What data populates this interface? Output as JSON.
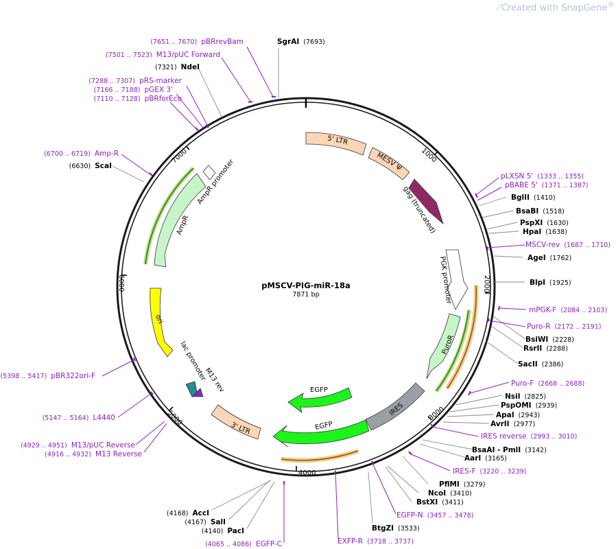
{
  "brand": {
    "text": "Created with SnapGene",
    "mark": "®"
  },
  "plasmid": {
    "name": "pMSCV-PIG-miR-18a",
    "size_label": "7871 bp"
  },
  "colors": {
    "primer": "#8d1ec4",
    "backbone": "#1a1a1a"
  },
  "ticks": [
    "1000",
    "2000",
    "3000",
    "4000",
    "5000",
    "6000",
    "7000"
  ],
  "features": [
    {
      "name": "5' LTR",
      "color": "#fbd6b6"
    },
    {
      "name": "MESV Ψ",
      "color": "#fbd6b6"
    },
    {
      "name": "gag (truncated)",
      "color": "#8e2a63"
    },
    {
      "name": "PGK promoter",
      "color": "#ffffff"
    },
    {
      "name": "PuroR",
      "color": "#c8f5c8"
    },
    {
      "name": "IRES",
      "color": "#9aa0a6"
    },
    {
      "name": "EGFP",
      "color": "#1cf41c"
    },
    {
      "name": "EGFP",
      "color": "#1cf41c"
    },
    {
      "name": "3' LTR",
      "color": "#fbd6b6"
    },
    {
      "name": "M13 rev",
      "color": "#333333"
    },
    {
      "name": "lac promoter",
      "color": "#ffffff"
    },
    {
      "name": "ori",
      "color": "#ffff00"
    },
    {
      "name": "AmpR",
      "color": "#c8f5c8"
    },
    {
      "name": "AmpR promoter",
      "color": "#ffffff"
    }
  ],
  "sites": [
    {
      "name": "SgrAI",
      "pos": "(7693)"
    },
    {
      "name": "NdeI",
      "pos": "(7321)"
    },
    {
      "name": "ScaI",
      "pos": "(6630)"
    },
    {
      "name": "BglII",
      "pos": "(1410)"
    },
    {
      "name": "BsaBI",
      "pos": "(1518)"
    },
    {
      "name": "PspXI",
      "pos": "(1630)"
    },
    {
      "name": "HpaI",
      "pos": "(1638)"
    },
    {
      "name": "AgeI",
      "pos": "(1762)"
    },
    {
      "name": "BlpI",
      "pos": "(1925)"
    },
    {
      "name": "BsiWI",
      "pos": "(2228)"
    },
    {
      "name": "RsrII",
      "pos": "(2288)"
    },
    {
      "name": "SacII",
      "pos": "(2386)"
    },
    {
      "name": "NsiI",
      "pos": "(2825)"
    },
    {
      "name": "PspOMI",
      "pos": "(2939)"
    },
    {
      "name": "ApaI",
      "pos": "(2943)"
    },
    {
      "name": "AvrII",
      "pos": "(2977)"
    },
    {
      "name": "BsaAI - PmlI",
      "pos": "(3142)"
    },
    {
      "name": "AarI",
      "pos": "(3165)"
    },
    {
      "name": "PflMI",
      "pos": "(3279)"
    },
    {
      "name": "NcoI",
      "pos": "(3410)"
    },
    {
      "name": "BstXI",
      "pos": "(3411)"
    },
    {
      "name": "BtgZI",
      "pos": "(3533)"
    },
    {
      "name": "AccI",
      "pos": "(4168)"
    },
    {
      "name": "SalI",
      "pos": "(4167)"
    },
    {
      "name": "PacI",
      "pos": "(4140)"
    }
  ],
  "primers": [
    {
      "name": "pBRrevBam",
      "range": "(7651 .. 7670)"
    },
    {
      "name": "M13/pUC Forward",
      "range": "(7501 .. 7523)"
    },
    {
      "name": "pRS-marker",
      "range": "(7288 .. 7307)"
    },
    {
      "name": "pGEX 3'",
      "range": "(7166 .. 7188)"
    },
    {
      "name": "pBRforEco",
      "range": "(7110 .. 7128)"
    },
    {
      "name": "Amp-R",
      "range": "(6700 .. 6719)"
    },
    {
      "name": "pLXSN 5'",
      "range": "(1333 .. 1355)"
    },
    {
      "name": "pBABE 5'",
      "range": "(1371 .. 1387)"
    },
    {
      "name": "MSCV-rev",
      "range": "(1687 .. 1710)"
    },
    {
      "name": "mPGK-F",
      "range": "(2084 .. 2103)"
    },
    {
      "name": "Puro-R",
      "range": "(2172 .. 2191)"
    },
    {
      "name": "Puro-F",
      "range": "(2668 .. 2688)"
    },
    {
      "name": "IRES reverse",
      "range": "(2993 .. 3010)"
    },
    {
      "name": "IRES-F",
      "range": "(3220 .. 3239)"
    },
    {
      "name": "EGFP-N",
      "range": "(3457 .. 3478)"
    },
    {
      "name": "EXFP-R",
      "range": "(3718 .. 3737)"
    },
    {
      "name": "EGFP-C",
      "range": "(4065 .. 4086)"
    },
    {
      "name": "pBR322ori-F",
      "range": "(5398 .. 5417)"
    },
    {
      "name": "L4440",
      "range": "(5147 .. 5164)"
    },
    {
      "name": "M13/pUC Reverse",
      "range": "(4929 .. 4951)"
    },
    {
      "name": "M13 Reverse",
      "range": "(4916 .. 4932)"
    }
  ]
}
